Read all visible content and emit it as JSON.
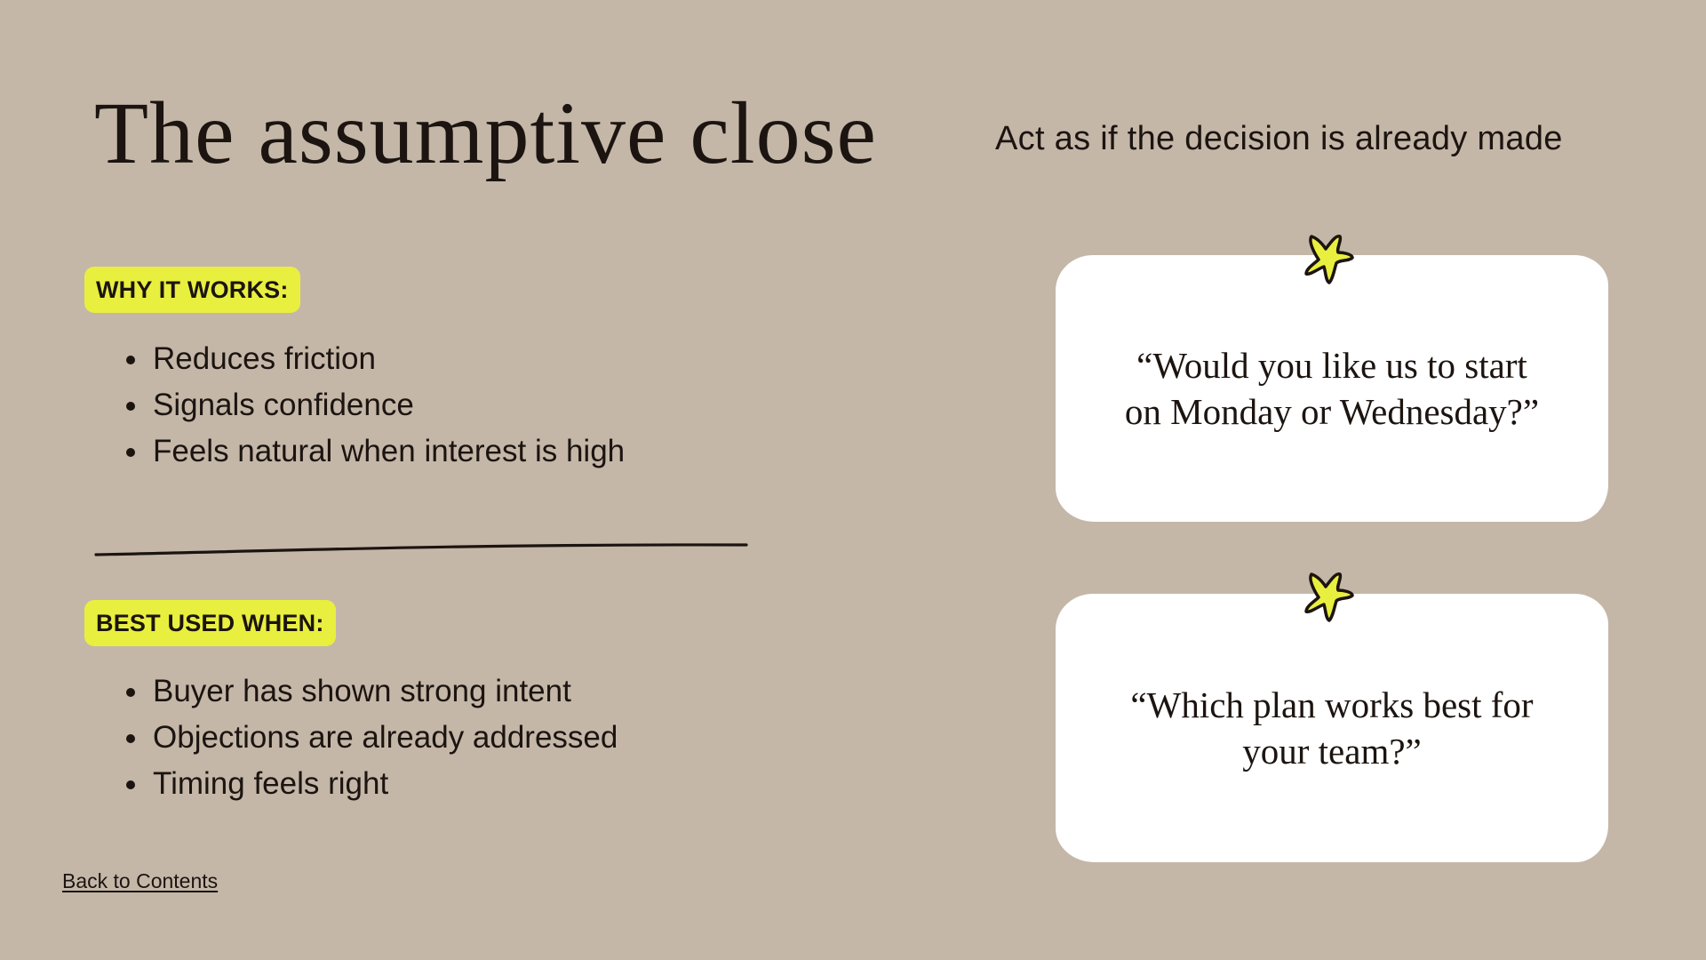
{
  "slide": {
    "title": "The assumptive close",
    "subtitle": "Act as if the decision is already made",
    "colors": {
      "background": "#c4b7a8",
      "highlight": "#e8ef3f",
      "text": "#1c1410",
      "card": "#ffffff"
    }
  },
  "why_it_works": {
    "label": "WHY IT WORKS:",
    "items": [
      "Reduces friction",
      "Signals confidence",
      "Feels natural when interest is high"
    ]
  },
  "best_used_when": {
    "label": "BEST USED WHEN:",
    "items": [
      "Buyer has shown strong intent",
      "Objections are already addressed",
      "Timing feels right"
    ]
  },
  "cards": [
    {
      "icon": "star-icon",
      "quote": "“Would you like us to start on Monday or Wednesday?”"
    },
    {
      "icon": "star-icon",
      "quote": "“Which plan works best for your team?”"
    }
  ],
  "footer": {
    "back_link": "Back to Contents"
  }
}
